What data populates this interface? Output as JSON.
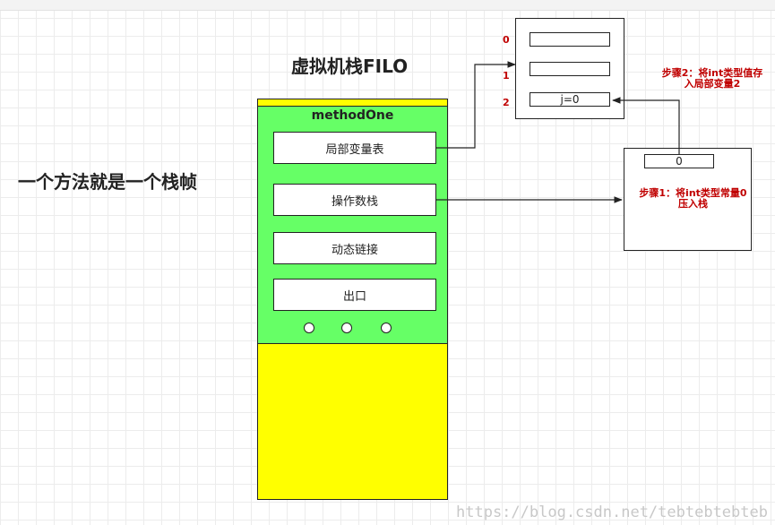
{
  "title": "虚拟机栈FILO",
  "left_note": "一个方法就是一个栈帧",
  "frame": {
    "method_name": "methodOne",
    "slots": [
      "局部变量表",
      "操作数栈",
      "动态链接",
      "出口"
    ]
  },
  "local_vars": {
    "indices": [
      "0",
      "1",
      "2"
    ],
    "values": [
      "",
      "",
      "j=0"
    ]
  },
  "operand_stack": {
    "value": "0"
  },
  "steps": {
    "step1_line1": "步骤1：将int类型常量0",
    "step1_line2": "压入栈",
    "step2_line1": "步骤2：将int类型值存",
    "step2_line2": "入局部变量2"
  },
  "watermark": "https://blog.csdn.net/tebtebtebteb",
  "colors": {
    "frame_background": "#ffff00",
    "frame_active": "#66ff66",
    "step_text": "#c00000"
  }
}
